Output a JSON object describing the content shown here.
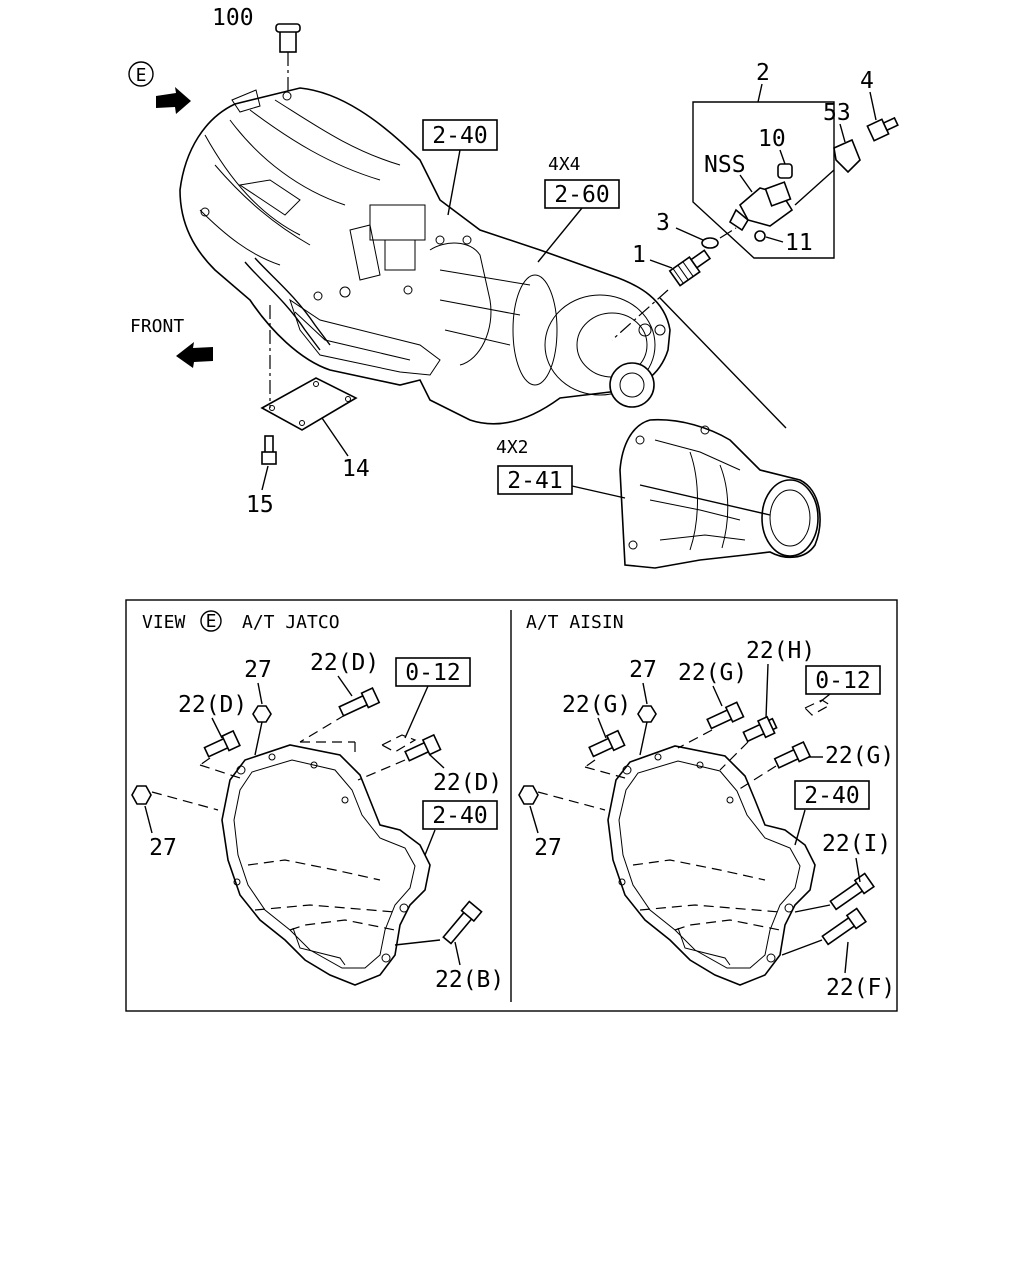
{
  "top": {
    "view_marker": "E",
    "front_label": "FRONT",
    "ref_2_40": "2-40",
    "variant_4x4": "4X4",
    "ref_2_60": "2-60",
    "variant_4x2": "4X2",
    "ref_2_41": "2-41",
    "part_100": "100",
    "part_2": "2",
    "part_4": "4",
    "part_53": "53",
    "part_10": "10",
    "part_nss": "NSS",
    "part_3": "3",
    "part_11": "11",
    "part_1": "1",
    "part_14": "14",
    "part_15": "15"
  },
  "jatco": {
    "title_prefix": "VIEW",
    "title_marker": "E",
    "title_suffix": "A/T JATCO",
    "labels": {
      "p27_top": "27",
      "p22d_top": "22(D)",
      "ref_0_12": "0-12",
      "p22d_left": "22(D)",
      "p22d_right": "22(D)",
      "ref_2_40": "2-40",
      "p27_left": "27",
      "p22b": "22(B)"
    }
  },
  "aisin": {
    "title": "A/T AISIN",
    "labels": {
      "p27_top": "27",
      "p22g_top": "22(G)",
      "p22h": "22(H)",
      "ref_0_12": "0-12",
      "p22g_left": "22(G)",
      "p22g_right": "22(G)",
      "ref_2_40": "2-40",
      "p27_left": "27",
      "p22i": "22(I)",
      "p22f": "22(F)"
    }
  }
}
